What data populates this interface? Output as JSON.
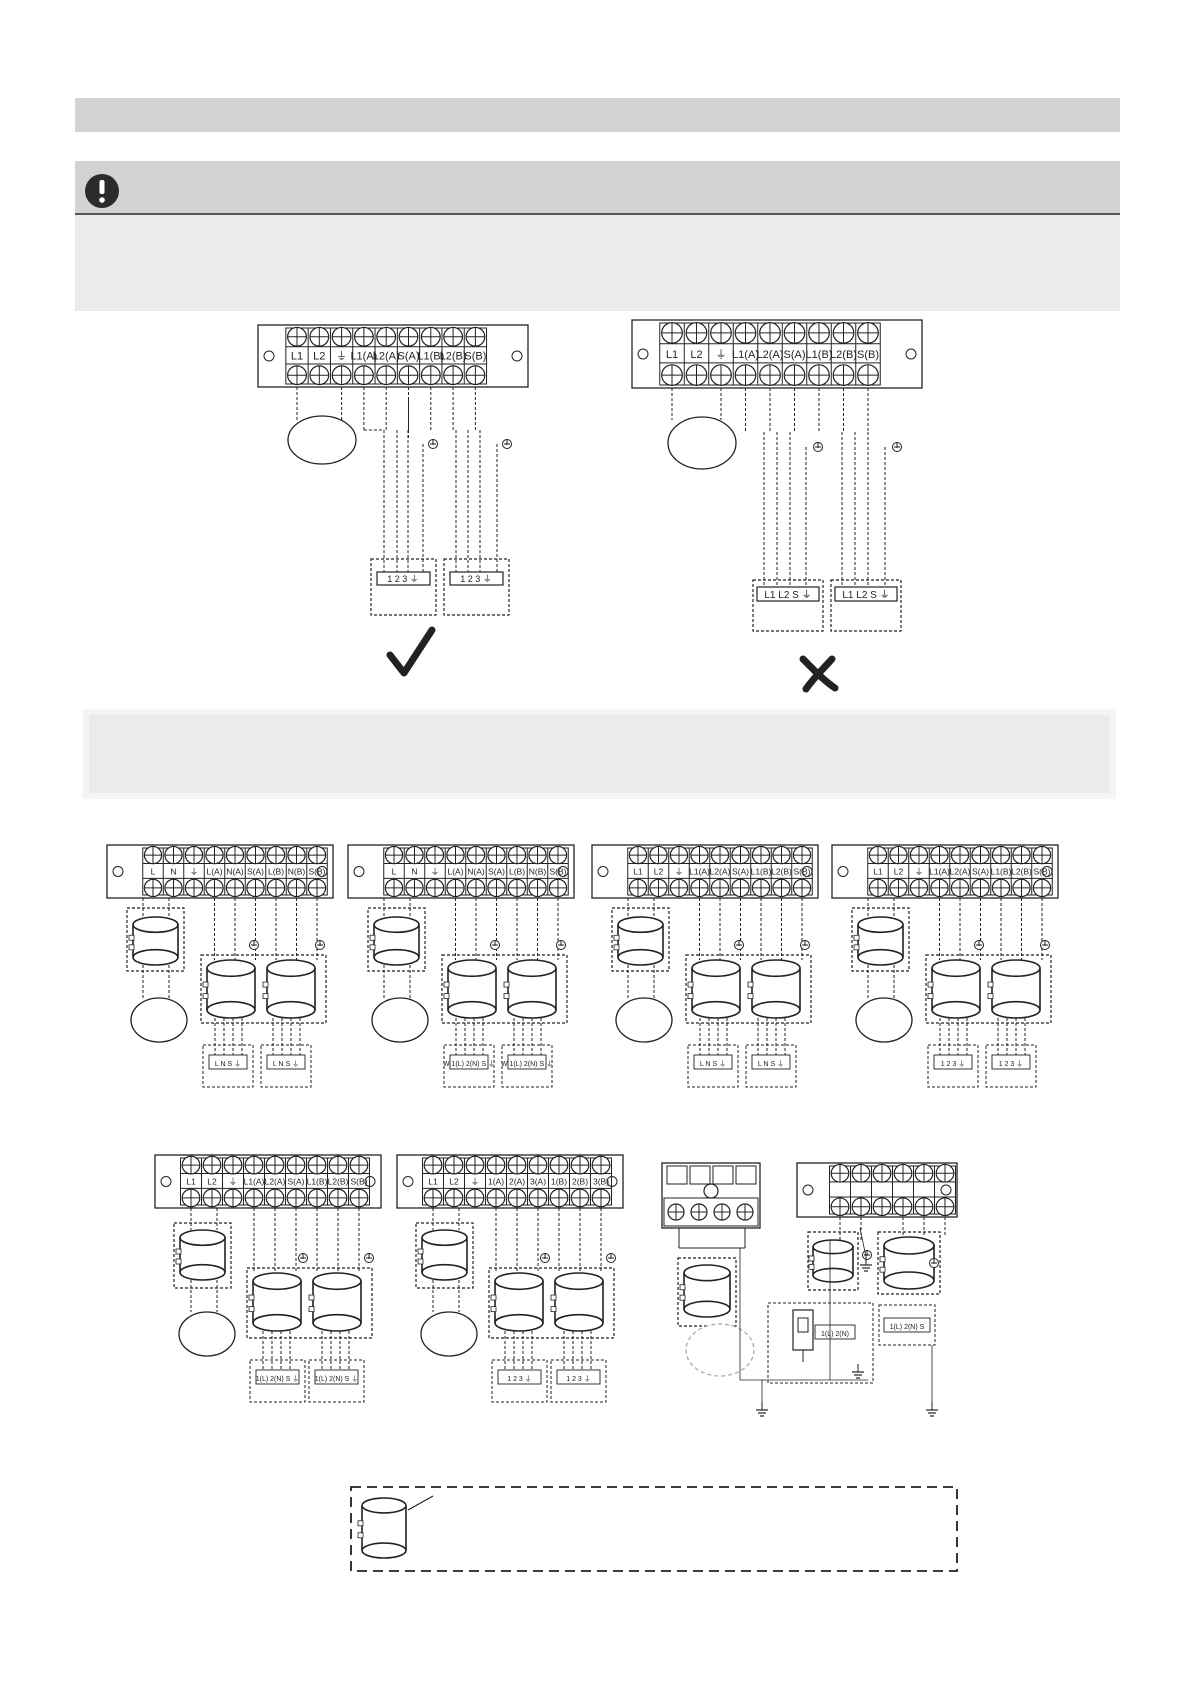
{
  "warning_icon": "exclamation-icon",
  "correct_mark": "check-mark-icon",
  "wrong_mark": "cross-mark-icon",
  "colors": {
    "gray_bar": "#d3d3d3",
    "note_bg": "#ebebeb",
    "line": "#222222"
  },
  "top_left_block": {
    "labels": [
      "L1",
      "L2",
      "⏚",
      "L1(A)",
      "L2(A)",
      "S(A)",
      "L1(B)",
      "L2(B)",
      "S(B)"
    ],
    "unit_a": [
      "1",
      "2",
      "3",
      "⏚"
    ],
    "unit_b": [
      "1",
      "2",
      "3",
      "⏚"
    ]
  },
  "top_right_block": {
    "labels": [
      "L1",
      "L2",
      "⏚",
      "L1(A)",
      "L2(A)",
      "S(A)",
      "L1(B)",
      "L2(B)",
      "S(B)"
    ],
    "unit_a": [
      "L1",
      "L2",
      "S",
      "⏚"
    ],
    "unit_b": [
      "L1",
      "L2",
      "S",
      "⏚"
    ]
  },
  "row1": [
    {
      "labels": [
        "L",
        "N",
        "⏚",
        "L(A)",
        "N(A)",
        "S(A)",
        "L(B)",
        "N(B)",
        "S(B)"
      ],
      "units": [
        "L N S ⏚",
        "L N S ⏚"
      ]
    },
    {
      "labels": [
        "L",
        "N",
        "⏚",
        "L(A)",
        "N(A)",
        "S(A)",
        "L(B)",
        "N(B)",
        "S(B)"
      ],
      "units": [
        "W 1(L) 2(N) S ⏚",
        "W 1(L) 2(N) S ⏚"
      ]
    },
    {
      "labels": [
        "L1",
        "L2",
        "⏚",
        "L1(A)",
        "L2(A)",
        "S(A)",
        "L1(B)",
        "L2(B)",
        "S(B)"
      ],
      "units": [
        "L N S ⏚",
        "L N S ⏚"
      ]
    },
    {
      "labels": [
        "L1",
        "L2",
        "⏚",
        "L1(A)",
        "L2(A)",
        "S(A)",
        "L1(B)",
        "L2(B)",
        "S(B)"
      ],
      "units": [
        "1 2 3 ⏚",
        "1 2 3 ⏚"
      ]
    }
  ],
  "row2": [
    {
      "labels": [
        "L1",
        "L2",
        "⏚",
        "L1(A)",
        "L2(A)",
        "S(A)",
        "L1(B)",
        "L2(B)",
        "S(B)"
      ],
      "units": [
        "1(L) 2(N) S ⏚",
        "1(L) 2(N) S ⏚"
      ]
    },
    {
      "labels": [
        "L1",
        "L2",
        "⏚",
        "1(A)",
        "2(A)",
        "3(A)",
        "1(B)",
        "2(B)",
        "3(B)"
      ],
      "units": [
        "1 2 3 ⏚",
        "1 2 3 ⏚"
      ]
    }
  ],
  "row2_third": {
    "unit_a": "1(L) 2(N)",
    "unit_b": "1(L) 2(N) S"
  }
}
